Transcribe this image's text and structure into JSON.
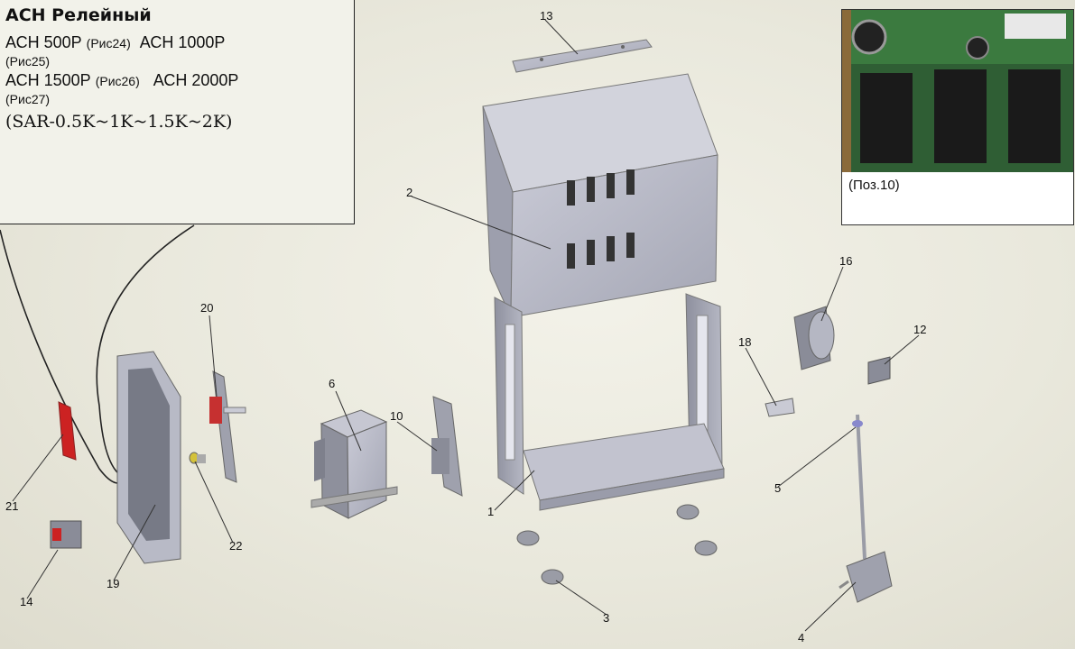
{
  "info": {
    "title": "АСН Релейный",
    "l1a": "АСН 500Р",
    "l1b": "(Рис24)",
    "l1c": "АСН 1000Р",
    "l2": "(Рис25)",
    "l3a": "АСН 1500Р",
    "l3b": "(Рис26)",
    "l3c": "АСН 2000Р",
    "l4": "(Рис27)",
    "model": "(SAR-0.5K~1K~1.5K~2K)"
  },
  "photo": {
    "caption": "(Поз.10)"
  },
  "callouts": [
    "13",
    "2",
    "20",
    "16",
    "12",
    "18",
    "6",
    "10",
    "5",
    "1",
    "21",
    "22",
    "19",
    "14",
    "3",
    "4"
  ],
  "colors": {
    "accent": "#cc2222",
    "metal": "#b4b6c2",
    "board": "#3a7a3a"
  }
}
